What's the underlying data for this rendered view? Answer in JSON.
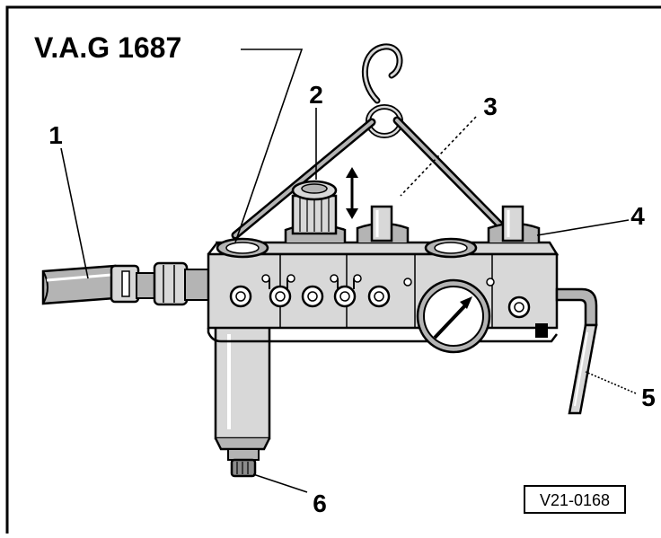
{
  "figure": {
    "tool_label": "V.A.G 1687",
    "callouts": [
      "1",
      "2",
      "3",
      "4",
      "5",
      "6"
    ],
    "reference_code": "V21-0168",
    "colors": {
      "line": "#000000",
      "fill_light": "#d8d8d8",
      "fill_mid": "#b4b4b4",
      "fill_dark": "#8c8c8c",
      "background": "#ffffff"
    }
  }
}
